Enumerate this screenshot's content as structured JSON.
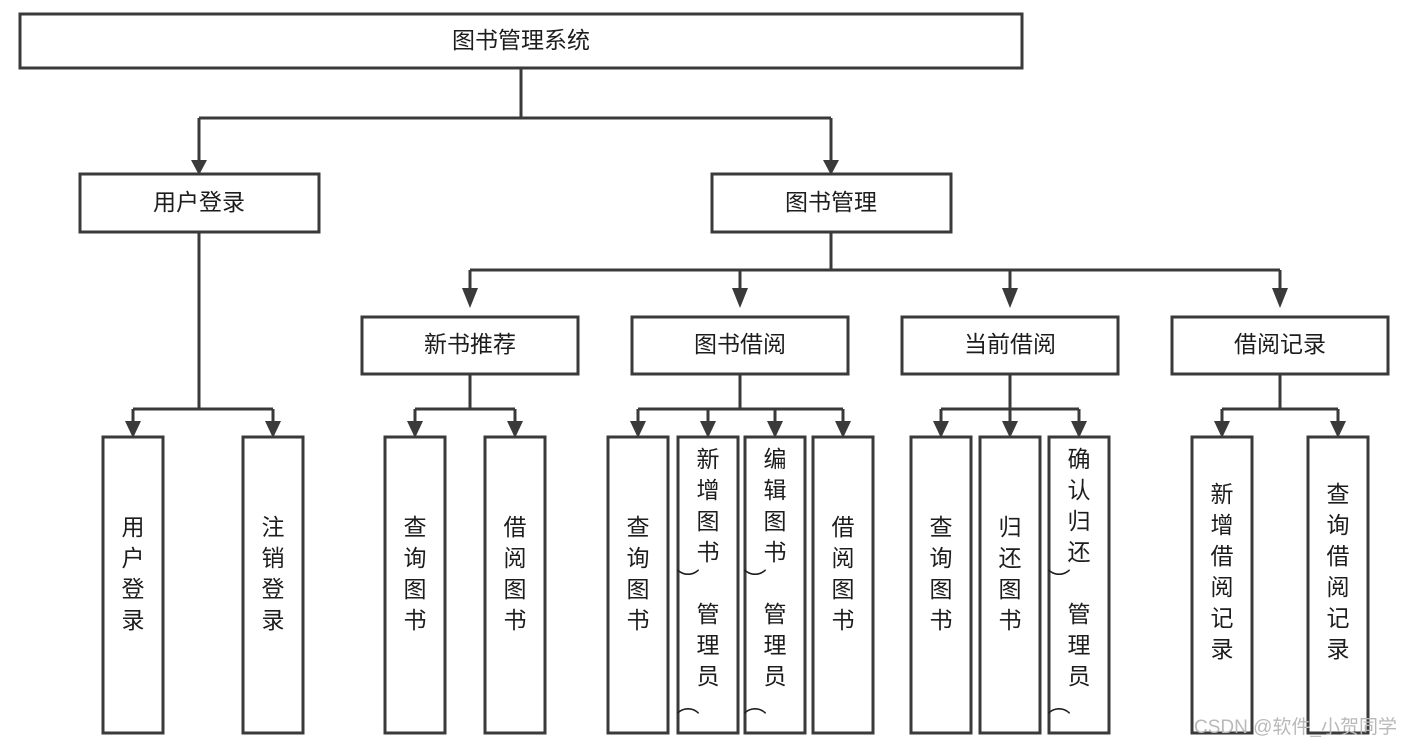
{
  "diagram": {
    "type": "tree",
    "title": "图书管理系统",
    "orientation": "top-down",
    "background_color": "#ffffff",
    "box_stroke_color": "#3a3a3a",
    "text_color": "#1d1d1d",
    "root": {
      "label": "图书管理系统"
    },
    "level2": [
      {
        "label": "用户登录"
      },
      {
        "label": "图书管理"
      }
    ],
    "level3": [
      {
        "label": "新书推荐"
      },
      {
        "label": "图书借阅"
      },
      {
        "label": "当前借阅"
      },
      {
        "label": "借阅记录"
      }
    ],
    "leaves": {
      "user_login": [
        {
          "label": "用户登录"
        },
        {
          "label": "注销登录"
        }
      ],
      "new_book_recommend": [
        {
          "label": "查询图书"
        },
        {
          "label": "借阅图书"
        }
      ],
      "book_borrow": [
        {
          "label": "查询图书"
        },
        {
          "label": "新增图书（管理员）"
        },
        {
          "label": "编辑图书（管理员）"
        },
        {
          "label": "借阅图书"
        }
      ],
      "current_borrow": [
        {
          "label": "查询图书"
        },
        {
          "label": "归还图书"
        },
        {
          "label": "确认归还（管理员）"
        }
      ],
      "borrow_record": [
        {
          "label": "新增借阅记录"
        },
        {
          "label": "查询借阅记录"
        }
      ]
    },
    "edges": [
      {
        "from": "图书管理系统",
        "to": "用户登录"
      },
      {
        "from": "图书管理系统",
        "to": "图书管理"
      },
      {
        "from": "用户登录",
        "to": "用户登录"
      },
      {
        "from": "用户登录",
        "to": "注销登录"
      },
      {
        "from": "图书管理",
        "to": "新书推荐"
      },
      {
        "from": "图书管理",
        "to": "图书借阅"
      },
      {
        "from": "图书管理",
        "to": "当前借阅"
      },
      {
        "from": "图书管理",
        "to": "借阅记录"
      },
      {
        "from": "新书推荐",
        "to": "查询图书"
      },
      {
        "from": "新书推荐",
        "to": "借阅图书"
      },
      {
        "from": "图书借阅",
        "to": "查询图书"
      },
      {
        "from": "图书借阅",
        "to": "新增图书（管理员）"
      },
      {
        "from": "图书借阅",
        "to": "编辑图书（管理员）"
      },
      {
        "from": "图书借阅",
        "to": "借阅图书"
      },
      {
        "from": "当前借阅",
        "to": "查询图书"
      },
      {
        "from": "当前借阅",
        "to": "归还图书"
      },
      {
        "from": "当前借阅",
        "to": "确认归还（管理员）"
      },
      {
        "from": "借阅记录",
        "to": "新增借阅记录"
      },
      {
        "from": "借阅记录",
        "to": "查询借阅记录"
      }
    ]
  },
  "watermark": {
    "text": "CSDN @软件_小贺同学"
  }
}
